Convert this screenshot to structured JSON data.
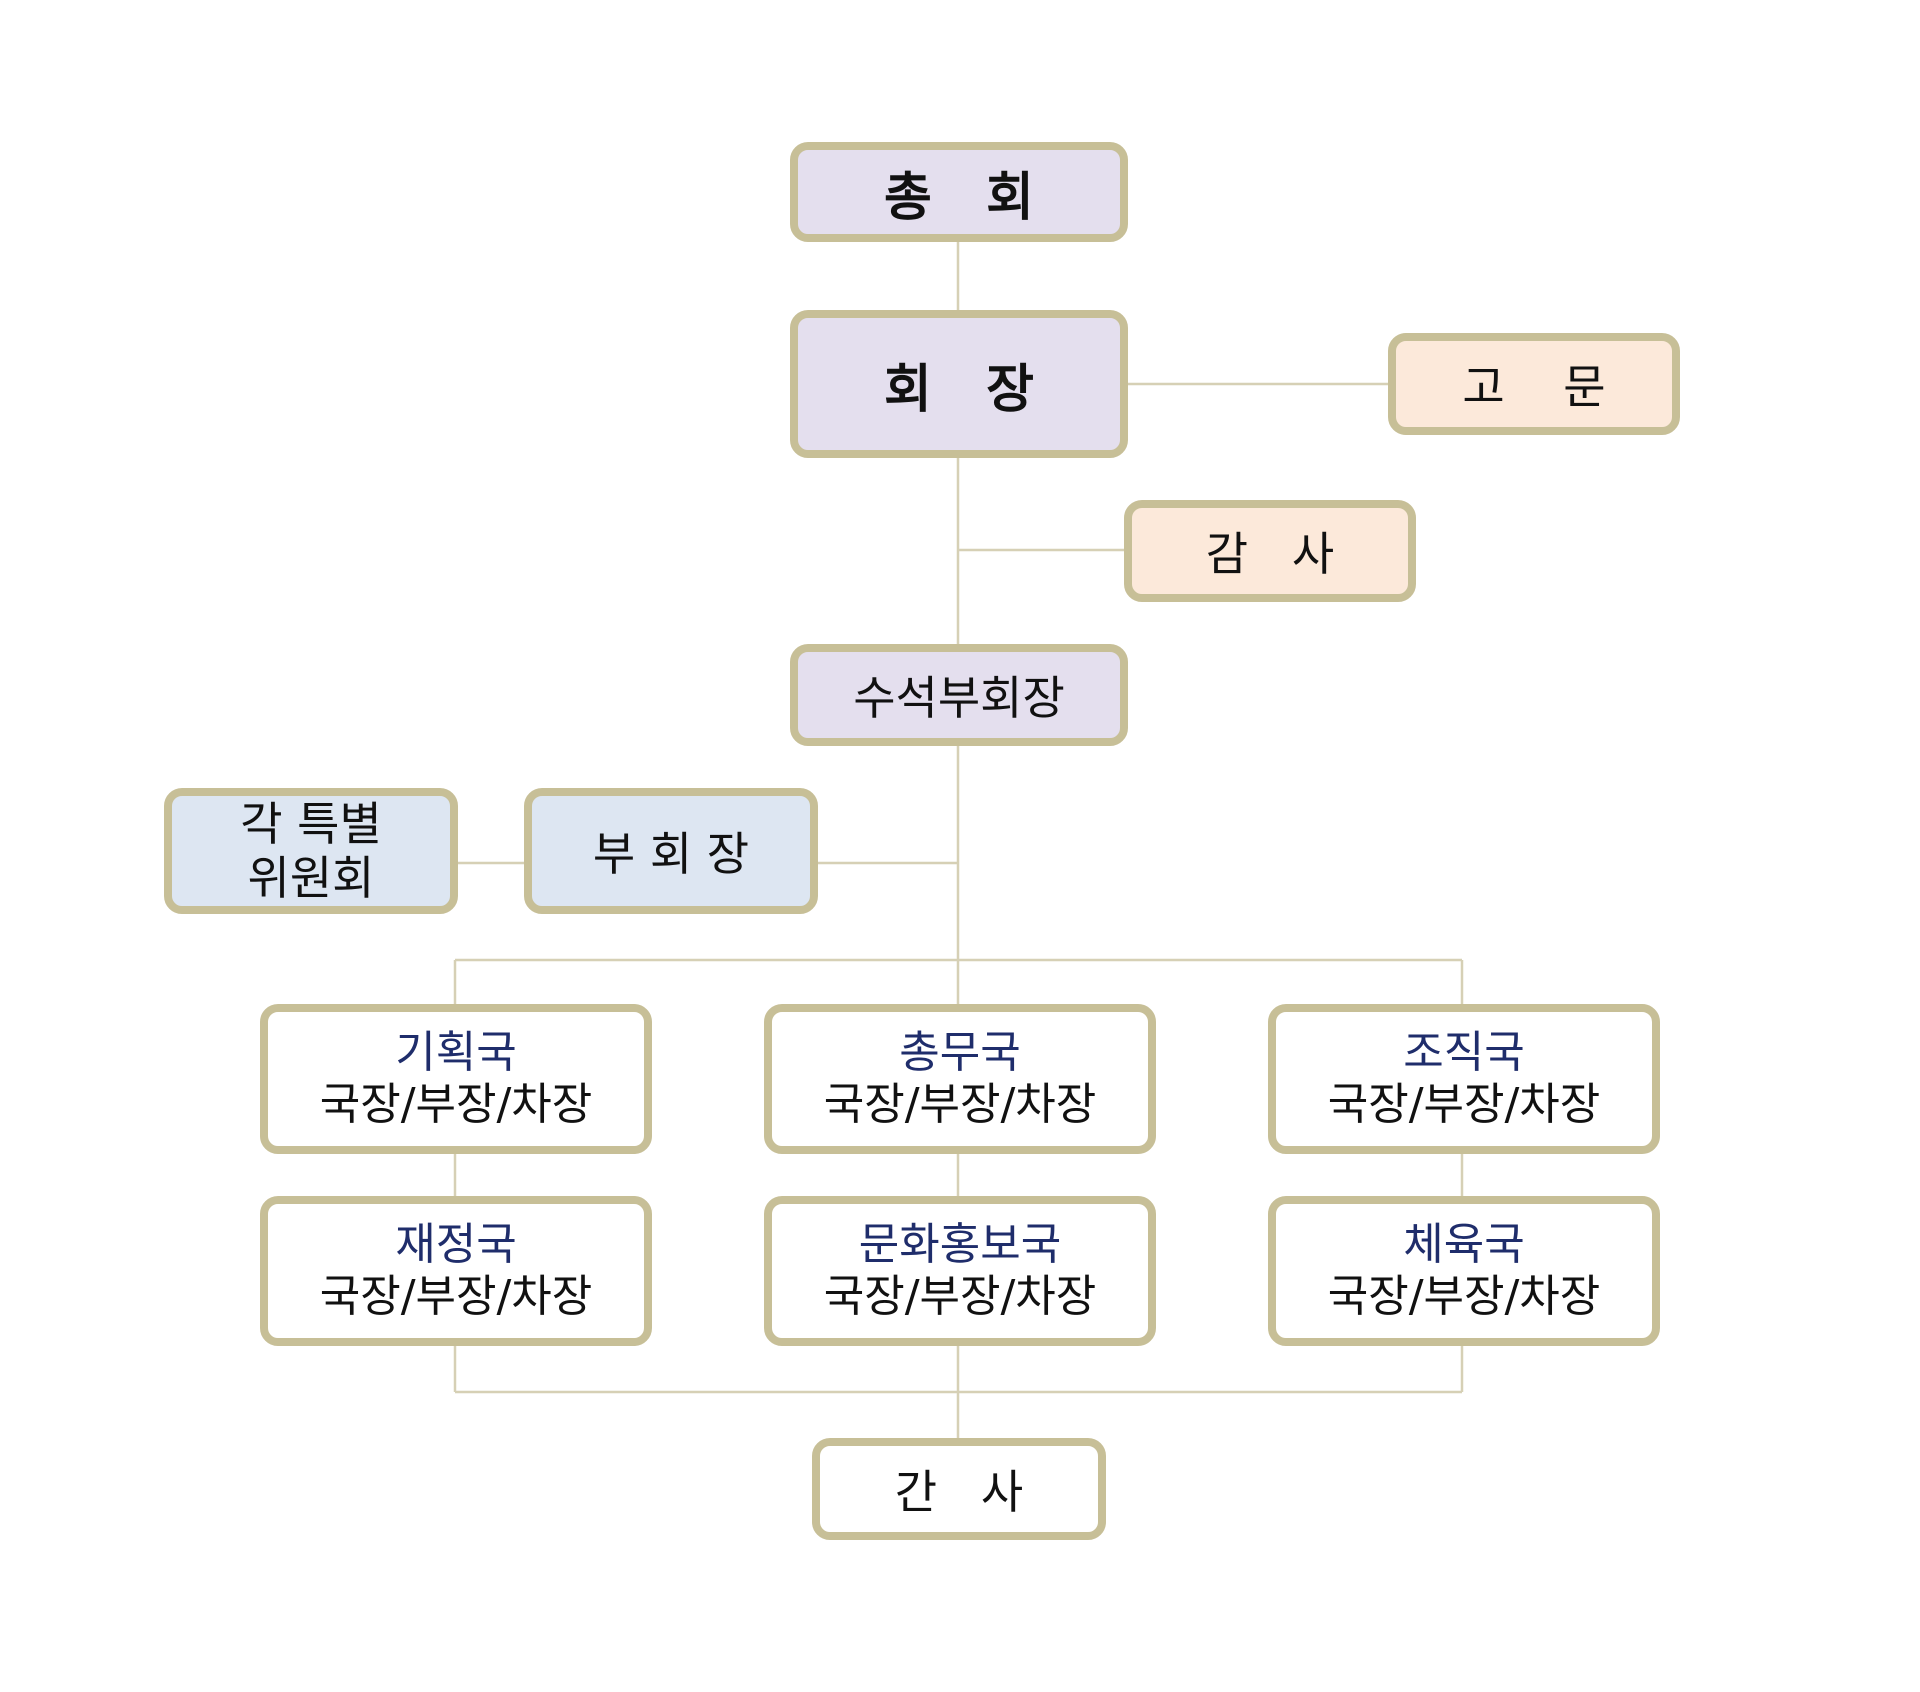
{
  "nodes": {
    "general_assembly": "총   회",
    "president": "회   장",
    "advisor": "고    문",
    "auditor": "감   사",
    "senior_vp": "수석부회장",
    "vice_president": "부 회 장",
    "special_committees": {
      "line1": "각 특별",
      "line2": "위원회"
    },
    "planning": {
      "name": "기획국",
      "roles": "국장/부장/차장"
    },
    "general_affairs": {
      "name": "총무국",
      "roles": "국장/부장/차장"
    },
    "organization": {
      "name": "조직국",
      "roles": "국장/부장/차장"
    },
    "finance": {
      "name": "재정국",
      "roles": "국장/부장/차장"
    },
    "culture_pr": {
      "name": "문화홍보국",
      "roles": "국장/부장/차장"
    },
    "sports": {
      "name": "체육국",
      "roles": "국장/부장/차장"
    },
    "secretary": "간   사"
  },
  "colors": {
    "connector": "#d6d0b5",
    "border": "#c7bf97",
    "lavender": "#e4dfee",
    "peach": "#fce9da",
    "light_blue": "#dde6f2",
    "dept_text": "#1f2d6b"
  }
}
